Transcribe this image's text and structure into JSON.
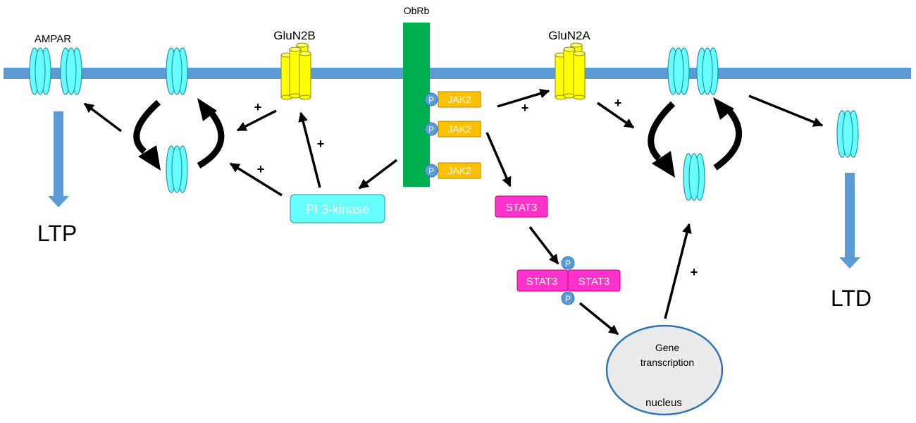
{
  "labels": {
    "ampar": "AMPAR",
    "glun2b": "GluN2B",
    "obrb": "ObRb",
    "glun2a": "GluN2A",
    "ltp": "LTP",
    "ltd": "LTD",
    "pi3k": "PI 3-kinase",
    "jak2": "JAK2",
    "phospho": "P",
    "stat3": "STAT3",
    "gene_line1": "Gene",
    "gene_line2": "transcription",
    "nucleus": "nucleus",
    "plus": "+"
  },
  "colors": {
    "membrane": "#5b9bd5",
    "ampar_fill": "#66ffff",
    "ampar_stroke": "#2e8fa8",
    "nmda_fill": "#ffff00",
    "nmda_stroke": "#8c8c00",
    "obrb": "#00b050",
    "jak2": "#ffc000",
    "phospho": "#5b9bd5",
    "stat3": "#ff33cc",
    "pi3k": "#66ffff",
    "nucleus_fill": "#ebebeb",
    "nucleus_stroke": "#2e75b6",
    "arrow": "#000000",
    "ltp_arrow": "#5b9bd5"
  }
}
